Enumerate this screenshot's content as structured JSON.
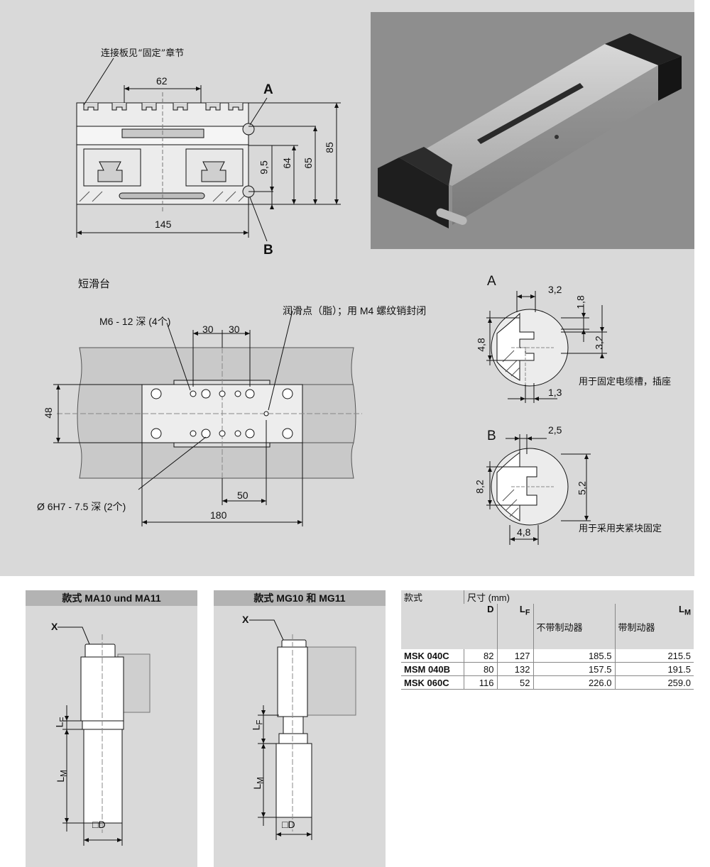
{
  "profile_section": {
    "connector_note": "连接板见“固定”章节",
    "dim_width_top": "62",
    "dim_width_total": "145",
    "dim_9_5": "9,5",
    "dim_64": "64",
    "dim_65": "65",
    "dim_85": "85",
    "label_a": "A",
    "label_b": "B"
  },
  "carriage_view": {
    "title": "短滑台",
    "lube_note": "润滑点（脂）；用 M4 螺纹销封闭",
    "thread_note": "M6 - 12 深 (4个)",
    "pin_note": "Ø 6H7 - 7.5 深 (2个)",
    "dim_30_left": "30",
    "dim_30_right": "30",
    "dim_48": "48",
    "dim_50": "50",
    "dim_180": "180"
  },
  "detail_a": {
    "label": "A",
    "dim_3_2_top": "3,2",
    "dim_1_8": "1,8",
    "dim_4_8": "4,8",
    "dim_3_2_side": "3,2",
    "dim_1_3": "1,3",
    "note": "用于固定电缆槽，插座"
  },
  "detail_b": {
    "label": "B",
    "dim_2_5": "2,5",
    "dim_8_2": "8,2",
    "dim_5_2": "5,2",
    "dim_4_8": "4,8",
    "note": "用于采用夹紧块固定"
  },
  "panel_ma": {
    "title": "款式 MA10 und MA11",
    "x_label": "X",
    "lf_label": "L",
    "lf_sub": "F",
    "lm_label": "L",
    "lm_sub": "M",
    "d_label": "□D"
  },
  "panel_mg": {
    "title": "款式 MG10 和 MG11",
    "x_label": "X",
    "lf_label": "L",
    "lf_sub": "F",
    "lm_label": "L",
    "lm_sub": "M",
    "d_label": "□D"
  },
  "spec_table": {
    "col_model": "款式",
    "col_dims": "尺寸 (mm)",
    "col_d": "D",
    "col_lf": "L",
    "col_lf_sub": "F",
    "col_lm": "L",
    "col_lm_sub": "M",
    "col_no_brake": "不带制动器",
    "col_brake": "带制动器",
    "rows": [
      {
        "model": "MSK 040C",
        "d": "82",
        "lf": "127",
        "no_brake": "185.5",
        "brake": "215.5"
      },
      {
        "model": "MSM 040B",
        "d": "80",
        "lf": "132",
        "no_brake": "157.5",
        "brake": "191.5"
      },
      {
        "model": "MSK 060C",
        "d": "116",
        "lf": "52",
        "no_brake": "226.0",
        "brake": "259.0"
      }
    ]
  },
  "colors": {
    "panel": "#d9d9d9",
    "header": "#b3b3b3",
    "photo_bg": "#8e8e8e",
    "line": "#111111"
  }
}
